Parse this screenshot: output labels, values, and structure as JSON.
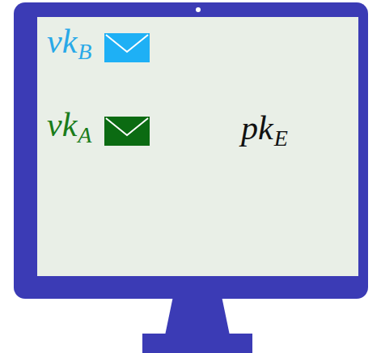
{
  "diagram": {
    "labels": [
      "vk",
      "B",
      "vk",
      "A",
      "pk",
      "E"
    ]
  }
}
